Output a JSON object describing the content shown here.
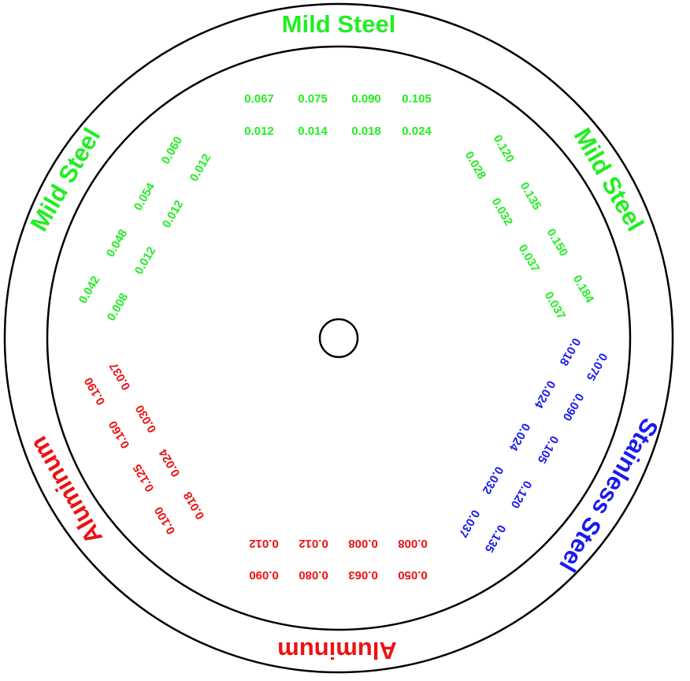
{
  "colors": {
    "mild_steel": "#22ee22",
    "stainless_steel": "#1a1aee",
    "aluminum": "#ee1111",
    "ring": "#000000"
  },
  "sections": {
    "mild_steel_top": {
      "title": "Mild Steel",
      "outer_values": [
        "0.067",
        "0.075",
        "0.090",
        "0.105"
      ],
      "inner_values": [
        "0.012",
        "0.014",
        "0.018",
        "0.024"
      ]
    },
    "mild_steel_left": {
      "title": "Mild Steel",
      "outer_values": [
        "0.042",
        "0.048",
        "0.054",
        "0.060"
      ],
      "inner_values": [
        "0.008",
        "0.012",
        "0.012",
        "0.012"
      ]
    },
    "mild_steel_right": {
      "title": "Mild Steel",
      "outer_values": [
        "0.120",
        "0.135",
        "0.150",
        "0.184"
      ],
      "inner_values": [
        "0.028",
        "0.032",
        "0.037",
        "0.037"
      ]
    },
    "stainless_steel": {
      "title": "Stainless Steel",
      "outer_values": [
        "0.075",
        "0.090",
        "0.105",
        "0.120",
        "0.135"
      ],
      "inner_values": [
        "0.018",
        "0.024",
        "0.024",
        "0.032",
        "0.037"
      ]
    },
    "aluminum_bottom": {
      "title": "Aluminum",
      "outer_values": [
        "0.050",
        "0.063",
        "0.080",
        "0.090"
      ],
      "inner_values": [
        "0.008",
        "0.008",
        "0.012",
        "0.012"
      ]
    },
    "aluminum_left": {
      "title": "Aluminum",
      "outer_values": [
        "0.100",
        "0.125",
        "0.160",
        "0.190"
      ],
      "inner_values": [
        "0.018",
        "0.024",
        "0.030",
        "0.037"
      ]
    }
  }
}
